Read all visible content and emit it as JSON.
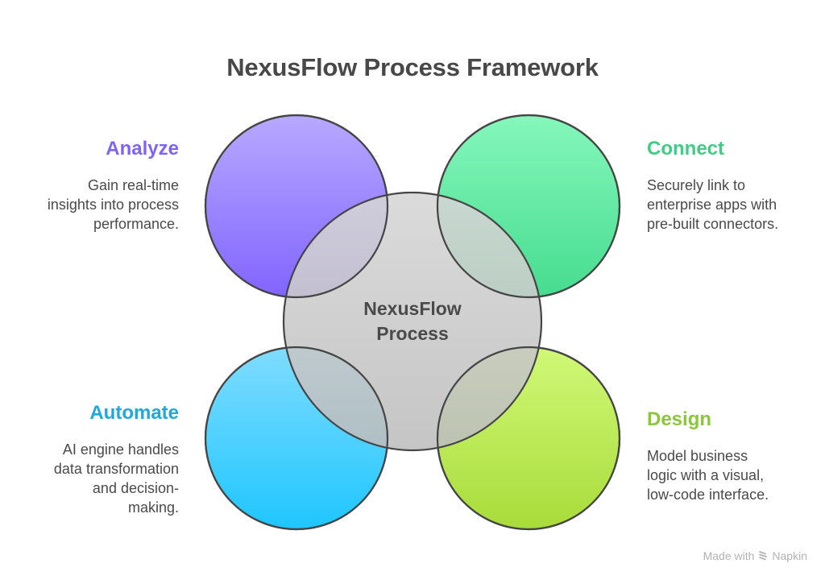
{
  "title": "NexusFlow Process Framework",
  "center": {
    "label_line1": "NexusFlow",
    "label_line2": "Process",
    "fill_color": "#cfcfcf"
  },
  "stages": [
    {
      "id": "analyze",
      "heading": "Analyze",
      "description": [
        "Gain real-time",
        "insights into process",
        "performance."
      ],
      "color": "#7f63f4",
      "gradient": [
        "#b8a9ff",
        "#8164ff"
      ]
    },
    {
      "id": "connect",
      "heading": "Connect",
      "description": [
        "Securely link to",
        "enterprise apps with",
        "pre-built connectors."
      ],
      "color": "#3fcd86",
      "gradient": [
        "#85f7bb",
        "#46dc8f"
      ]
    },
    {
      "id": "automate",
      "heading": "Automate",
      "description": [
        "AI engine handles",
        "data transformation",
        "and decision-",
        "making."
      ],
      "color": "#1ea8dc",
      "gradient": [
        "#80dcff",
        "#1ec6ff"
      ]
    },
    {
      "id": "design",
      "heading": "Design",
      "description": [
        "Model business",
        "logic with a visual,",
        "low-code interface."
      ],
      "color": "#8cc63a",
      "gradient": [
        "#d0f877",
        "#a8dc3a"
      ]
    }
  ],
  "footer": {
    "made_with": "Made with",
    "brand": "Napkin"
  }
}
